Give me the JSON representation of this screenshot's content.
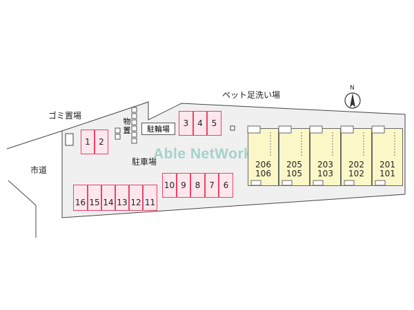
{
  "labels": {
    "garbage": "ゴミ置場",
    "city_road": "市道",
    "storage": "物置",
    "bicycle_parking": "駐輪場",
    "parking": "駐車場",
    "pet_wash": "ペット足洗い場",
    "north": "N"
  },
  "watermark": "Able NetWork",
  "parking_spaces": {
    "top_pair": [
      "1",
      "2"
    ],
    "top_right": [
      "3",
      "4",
      "5"
    ],
    "middle_row": [
      "10",
      "9",
      "8",
      "7",
      "6"
    ],
    "bottom_row": [
      "16",
      "15",
      "14",
      "13",
      "12",
      "11"
    ]
  },
  "units": [
    {
      "upper": "206",
      "lower": "106"
    },
    {
      "upper": "205",
      "lower": "105"
    },
    {
      "upper": "203",
      "lower": "103"
    },
    {
      "upper": "202",
      "lower": "102"
    },
    {
      "upper": "201",
      "lower": "101"
    }
  ],
  "colors": {
    "parking_fill": "#fde7ec",
    "parking_border": "#e0466a",
    "lot_fill": "#f0f0f0",
    "unit_fill": "#fbf7c7",
    "watermark": "#96cdc3"
  }
}
